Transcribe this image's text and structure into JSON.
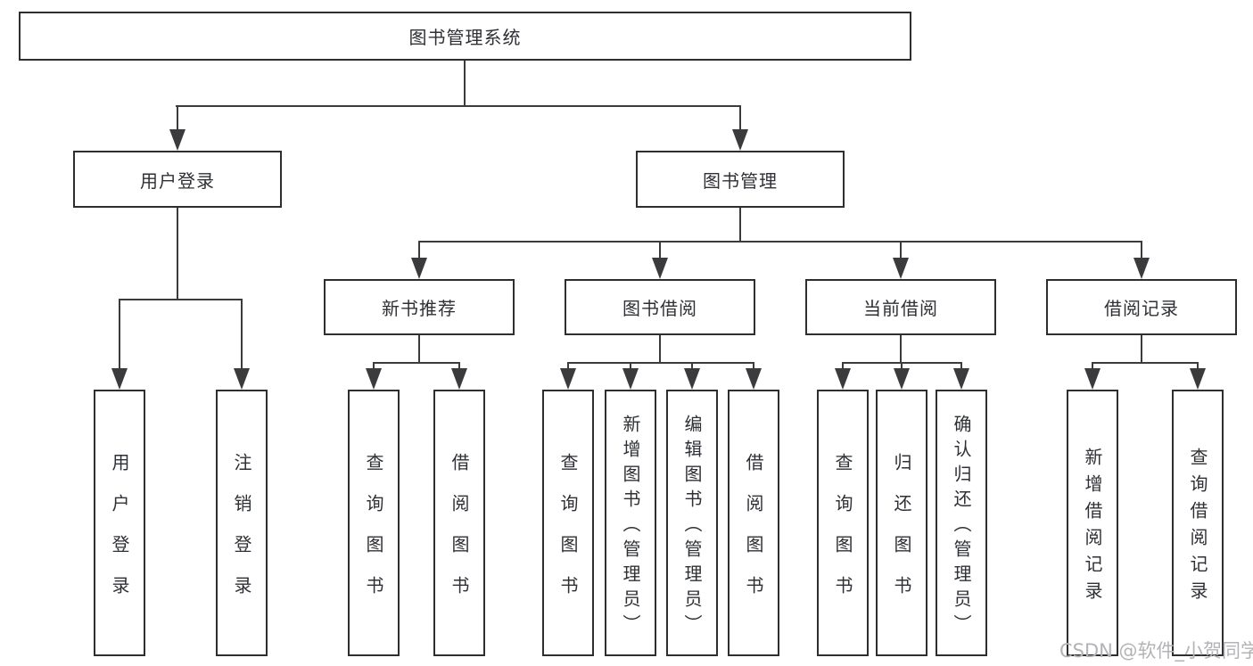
{
  "page": {
    "watermark": "CSDN @软件_小贺同学"
  },
  "colors": {
    "background": "#ffffff",
    "box_border": "#2e2e31",
    "connector_line": "#3b3b3e",
    "text": "#2f3035",
    "watermark_text": "#b3b3b6"
  },
  "tree": {
    "root": "图书管理系统",
    "branches": [
      {
        "label": "用户登录",
        "children": [
          "用户登录",
          "注销登录"
        ]
      },
      {
        "label": "图书管理",
        "groups": [
          {
            "label": "新书推荐",
            "children": [
              "查询图书",
              "借阅图书"
            ]
          },
          {
            "label": "图书借阅",
            "children": [
              "查询图书",
              "新增图书（管理员）",
              "编辑图书（管理员）",
              "借阅图书"
            ]
          },
          {
            "label": "当前借阅",
            "children": [
              "查询图书",
              "归还图书",
              "确认归还（管理员）"
            ]
          },
          {
            "label": "借阅记录",
            "children": [
              "新增借阅记录",
              "查询借阅记录"
            ]
          }
        ]
      }
    ]
  }
}
